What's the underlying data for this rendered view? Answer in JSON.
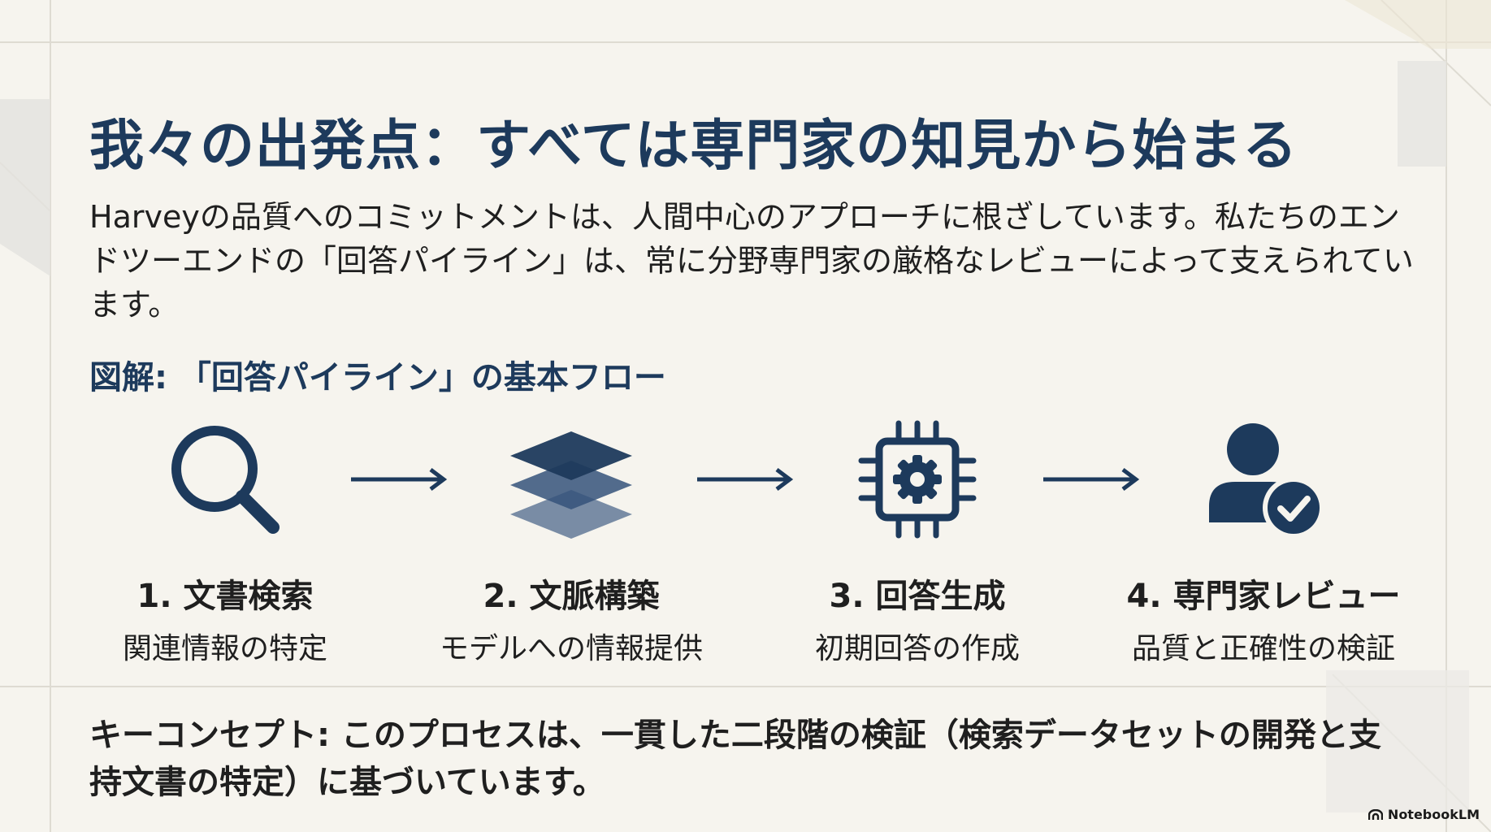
{
  "slide": {
    "title": "我々の出発点：すべては専門家の知見から始まる",
    "intro": "Harveyの品質へのコミットメントは、人間中心のアプローチに根ざしています。私たちのエンドツーエンドの「回答パイライン」は、常に分野専門家の厳格なレビューによって支えられています。",
    "diagram_label": "図解: 「回答パイライン」の基本フロー",
    "steps": [
      {
        "title": "1. 文書検索",
        "subtitle": "関連情報の特定",
        "icon": "magnifier-icon"
      },
      {
        "title": "2. 文脈構築",
        "subtitle": "モデルへの情報提供",
        "icon": "layers-icon"
      },
      {
        "title": "3. 回答生成",
        "subtitle": "初期回答の作成",
        "icon": "chip-gear-icon"
      },
      {
        "title": "4. 専門家レビュー",
        "subtitle": "品質と正確性の検証",
        "icon": "user-check-icon"
      }
    ],
    "key_concept": "キーコンセプト: このプロセスは、一貫した二段階の検証（検索データセットの開発と支持文書の特定）に基づいています。",
    "brand": "NotebookLM"
  },
  "colors": {
    "navy": "#1d3a5c",
    "background": "#f6f4ee",
    "text": "#1f1f1f"
  }
}
